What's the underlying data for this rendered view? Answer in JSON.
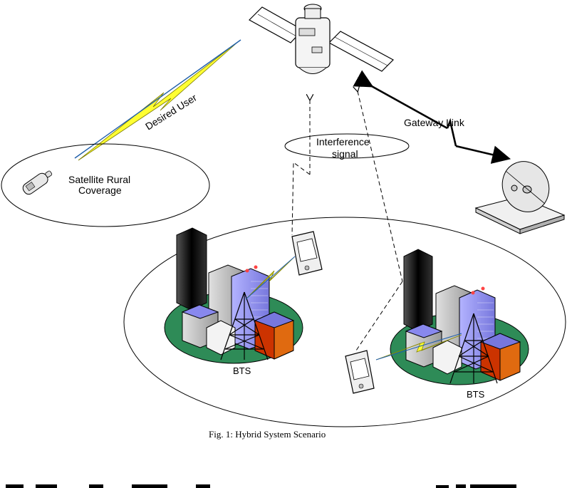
{
  "labels": {
    "desired_user": "Desired User",
    "satellite_rural": "Satellite Rural",
    "coverage": "Coverage",
    "gateway_link": "Gateway Link",
    "interference": "Interference",
    "signal": "signal",
    "bts_left": "BTS",
    "bts_right": "BTS"
  },
  "caption": "Fig. 1: Hybrid System Scenario",
  "colors": {
    "ground_green": "#2e8b57",
    "glass_blue": "#9999ff",
    "tower_black": "#111111",
    "building_red": "#cc3300",
    "lightning_yellow": "#ffff33",
    "building_grey": "#c8c8c8"
  },
  "icons": [
    "satellite-icon",
    "satellite-phone-icon",
    "gateway-dish-icon",
    "pda-icon",
    "city-cluster-icon",
    "cell-tower-icon"
  ]
}
